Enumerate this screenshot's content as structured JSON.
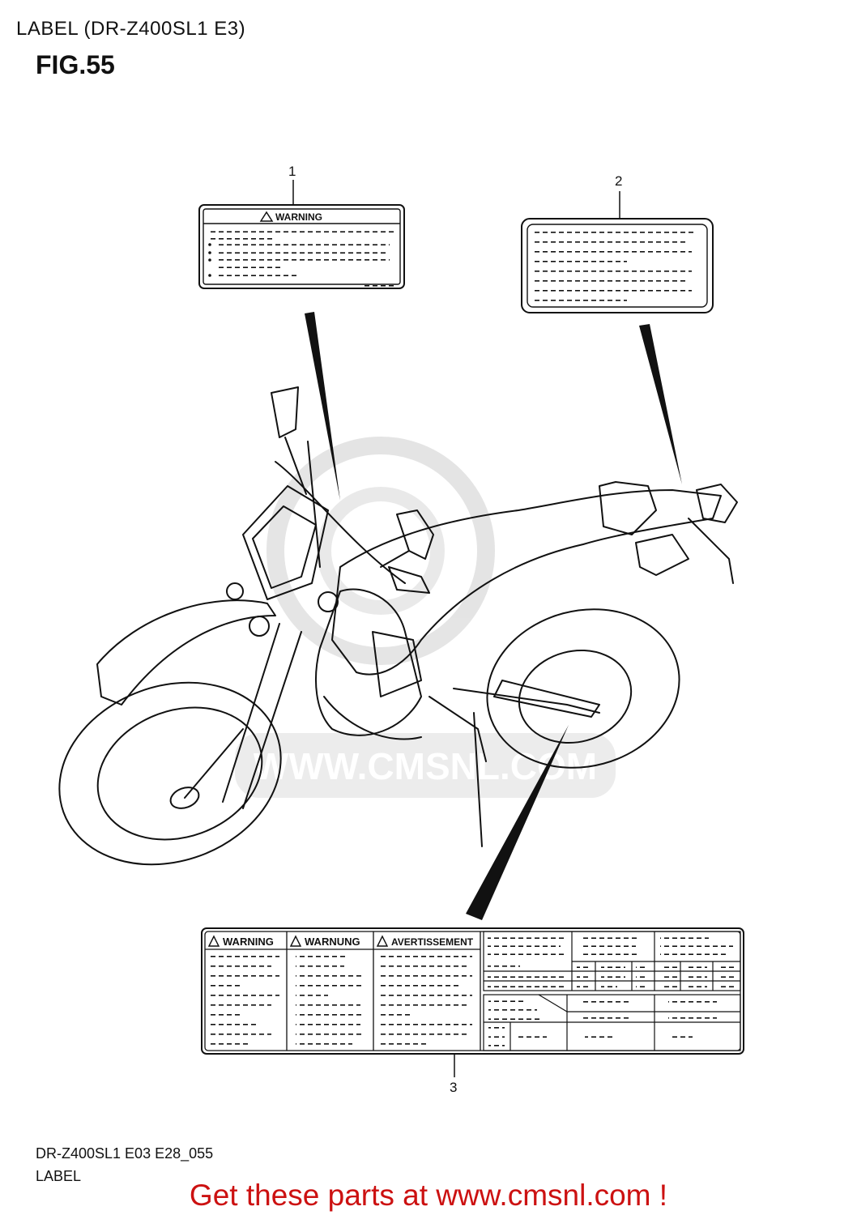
{
  "header": {
    "title": "LABEL (DR-Z400SL1 E3)",
    "figure": "FIG.55"
  },
  "callouts": [
    "1",
    "2",
    "3"
  ],
  "label1": {
    "heading": "WARNING"
  },
  "label3": {
    "headings": [
      "WARNING",
      "WARNUNG",
      "AVERTISSEMENT"
    ]
  },
  "watermark": {
    "text": "WWW.CMSNL.COM"
  },
  "footer": {
    "model_code": "DR-Z400SL1 E03 E28_055",
    "section": "LABEL",
    "cta": "Get these parts at www.cmsnl.com !"
  },
  "colors": {
    "line": "#111111",
    "cta": "#cc1111",
    "watermark": "#d4d4d4"
  }
}
